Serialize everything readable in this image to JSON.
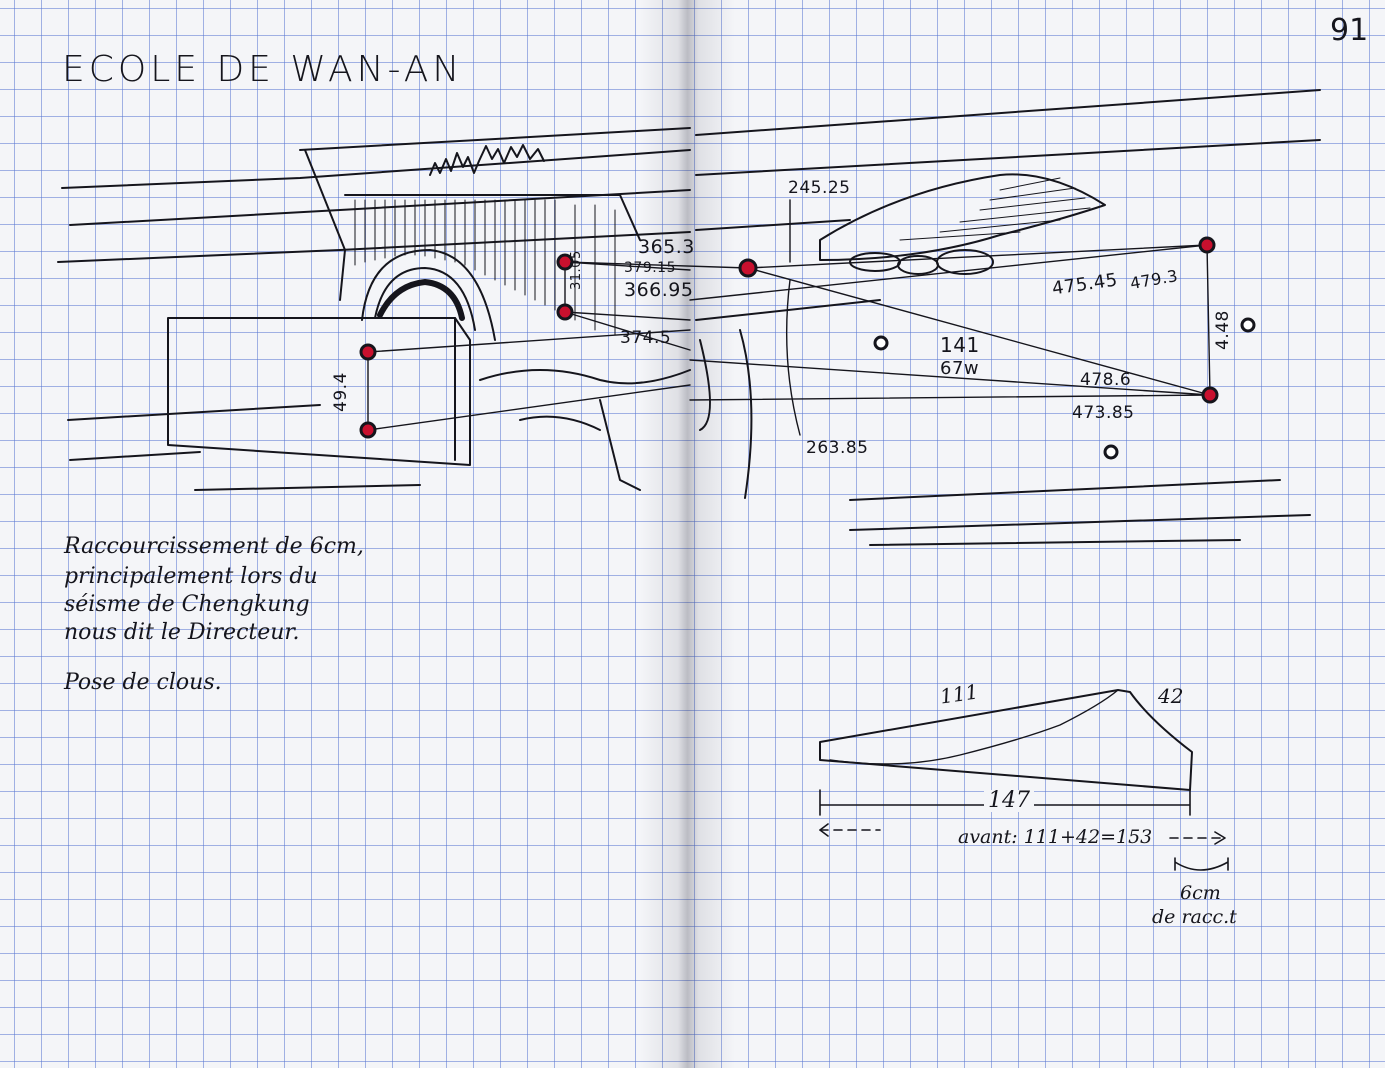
{
  "page_number": "91",
  "title": "ECOLE DE WAN-AN",
  "notes": {
    "line1": "Raccourcissement de 6cm,",
    "line2": "principalement lors du",
    "line3": "séisme de Chengkung",
    "line4": "nous dit le Directeur.",
    "line5": "Pose de clous."
  },
  "measurements": {
    "m_365_3": "365.3",
    "m_379_15": "379.15",
    "m_366_95": "366.95",
    "m_31_05": "31.05",
    "m_374_5": "374.5",
    "m_49_4": "49.4",
    "m_245_25": "245.25",
    "m_475_45": "475.45",
    "m_479_3": "479.3",
    "m_4_48": "4.48",
    "m_141": "141",
    "m_67w": "67w",
    "m_478_6": "478.6",
    "m_473_85": "473.85",
    "m_263_85": "263.85"
  },
  "diagram": {
    "top_left": "111",
    "top_right": "42",
    "bottom": "147",
    "avant": "avant: 111+42=153",
    "shortening": "6cm",
    "shortening_note": "de racc.t"
  },
  "colors": {
    "ink": "#15151c",
    "marker_red": "#c8102e",
    "grid": "#5a78d2",
    "paper": "#f4f5f8"
  }
}
